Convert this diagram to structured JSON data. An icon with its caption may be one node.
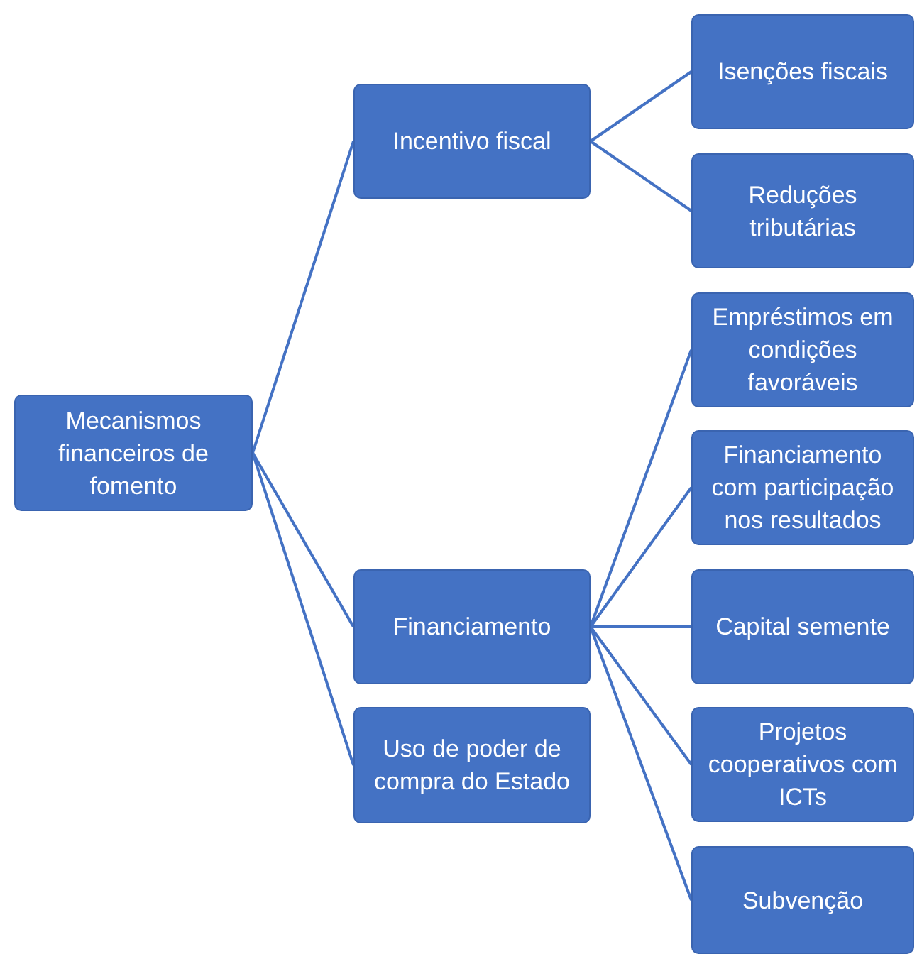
{
  "diagram": {
    "nodes": [
      {
        "text": [
          "Mecanismos financeiros de fomento"
        ]
      },
      {
        "text": [
          "Incentivo fiscal"
        ]
      },
      {
        "text": [
          "Isenções fiscais"
        ]
      },
      {
        "text": [
          "Reduções tributárias"
        ]
      },
      {
        "text": [
          "Financiamento"
        ]
      },
      {
        "text": [
          "Empréstimos em condições favoráveis"
        ]
      },
      {
        "text": [
          "Financiamento com participação nos resultados"
        ]
      },
      {
        "text": [
          "Capital semente"
        ]
      },
      {
        "text": [
          "Projetos cooperativos com ICTs"
        ]
      },
      {
        "text": [
          "Subvenção"
        ]
      },
      {
        "text": [
          "Uso de poder de compra do Estado"
        ]
      }
    ],
    "edges": [
      {
        "from": 0,
        "to": 1,
        "arrow": "none"
      },
      {
        "from": 0,
        "to": 4,
        "arrow": "none"
      },
      {
        "from": 0,
        "to": 10,
        "arrow": "none"
      },
      {
        "from": 1,
        "to": 2,
        "arrow": "none"
      },
      {
        "from": 1,
        "to": 3,
        "arrow": "none"
      },
      {
        "from": 4,
        "to": 5,
        "arrow": "none"
      },
      {
        "from": 4,
        "to": 6,
        "arrow": "none"
      },
      {
        "from": 4,
        "to": 7,
        "arrow": "none"
      },
      {
        "from": 4,
        "to": 8,
        "arrow": "none"
      },
      {
        "from": 4,
        "to": 9,
        "arrow": "none"
      }
    ]
  }
}
